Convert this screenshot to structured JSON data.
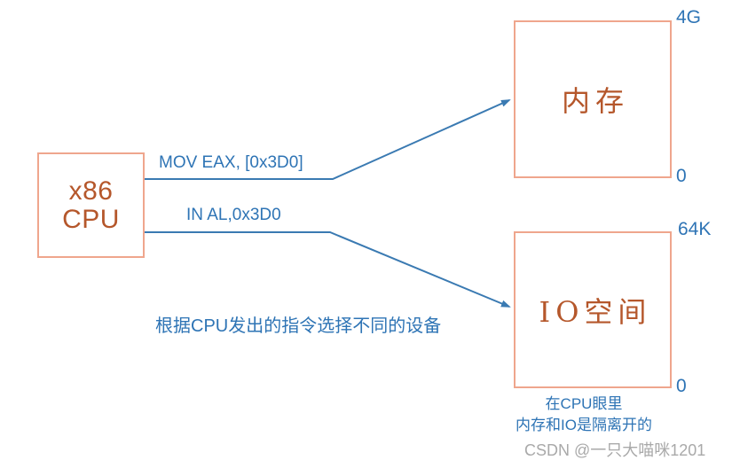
{
  "cpu": {
    "line1": "x86",
    "line2": "CPU"
  },
  "memory": {
    "label": "内存",
    "max": "4G",
    "min": "0"
  },
  "io": {
    "label": "IO空间",
    "max": "64K",
    "min": "0"
  },
  "instructions": {
    "memory_access": "MOV EAX, [0x3D0]",
    "io_access": "IN AL,0x3D0"
  },
  "caption": "根据CPU发出的指令选择不同的设备",
  "note": {
    "line1": "在CPU眼里",
    "line2": "内存和IO是隔离开的"
  },
  "watermark": "CSDN @一只大喵咪1201",
  "colors": {
    "blue_text": "#2e74b5",
    "line_blue": "#3a7ab2",
    "box_border": "#efa68d",
    "orange_text": "#b5572b",
    "watermark_gray": "#a9a9a9"
  }
}
